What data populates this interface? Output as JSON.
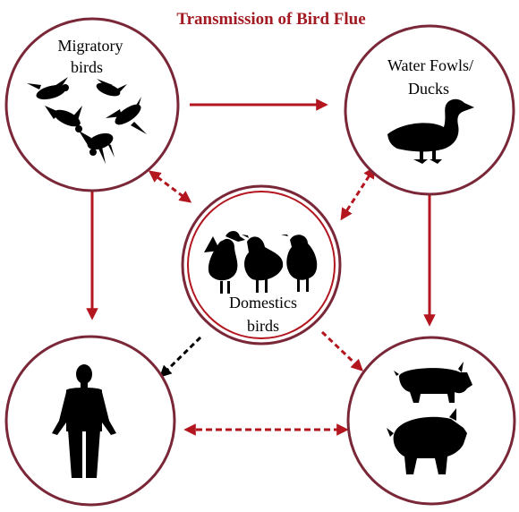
{
  "title": "Transmission of Bird Flue",
  "nodes": {
    "migratory": {
      "label_line1": "Migratory",
      "label_line2": "birds",
      "icon": "flying-ducks-icon"
    },
    "waterfowl": {
      "label_line1": "Water Fowls/",
      "label_line2": "Ducks",
      "icon": "duck-icon"
    },
    "domestic": {
      "label_line1": "Domestics",
      "label_line2": "birds",
      "icon": "chickens-icon"
    },
    "human": {
      "icon": "human-icon"
    },
    "pig": {
      "icon": "pig-icon"
    }
  },
  "edges": [
    {
      "from": "migratory",
      "to": "waterfowl",
      "style": "solid",
      "direction": "forward"
    },
    {
      "from": "migratory",
      "to": "human",
      "style": "solid",
      "direction": "forward"
    },
    {
      "from": "waterfowl",
      "to": "pig",
      "style": "solid",
      "direction": "forward"
    },
    {
      "from": "migratory",
      "to": "domestic",
      "style": "dashed",
      "direction": "both"
    },
    {
      "from": "waterfowl",
      "to": "domestic",
      "style": "dashed",
      "direction": "both"
    },
    {
      "from": "domestic",
      "to": "human",
      "style": "dashed-black",
      "direction": "forward"
    },
    {
      "from": "domestic",
      "to": "pig",
      "style": "dashed",
      "direction": "forward"
    },
    {
      "from": "human",
      "to": "pig",
      "style": "dashed",
      "direction": "both"
    }
  ],
  "colors": {
    "arrow": "#b3161f",
    "ring": "#7a2738",
    "title": "#a31b22",
    "dashed_black": "#000000"
  }
}
